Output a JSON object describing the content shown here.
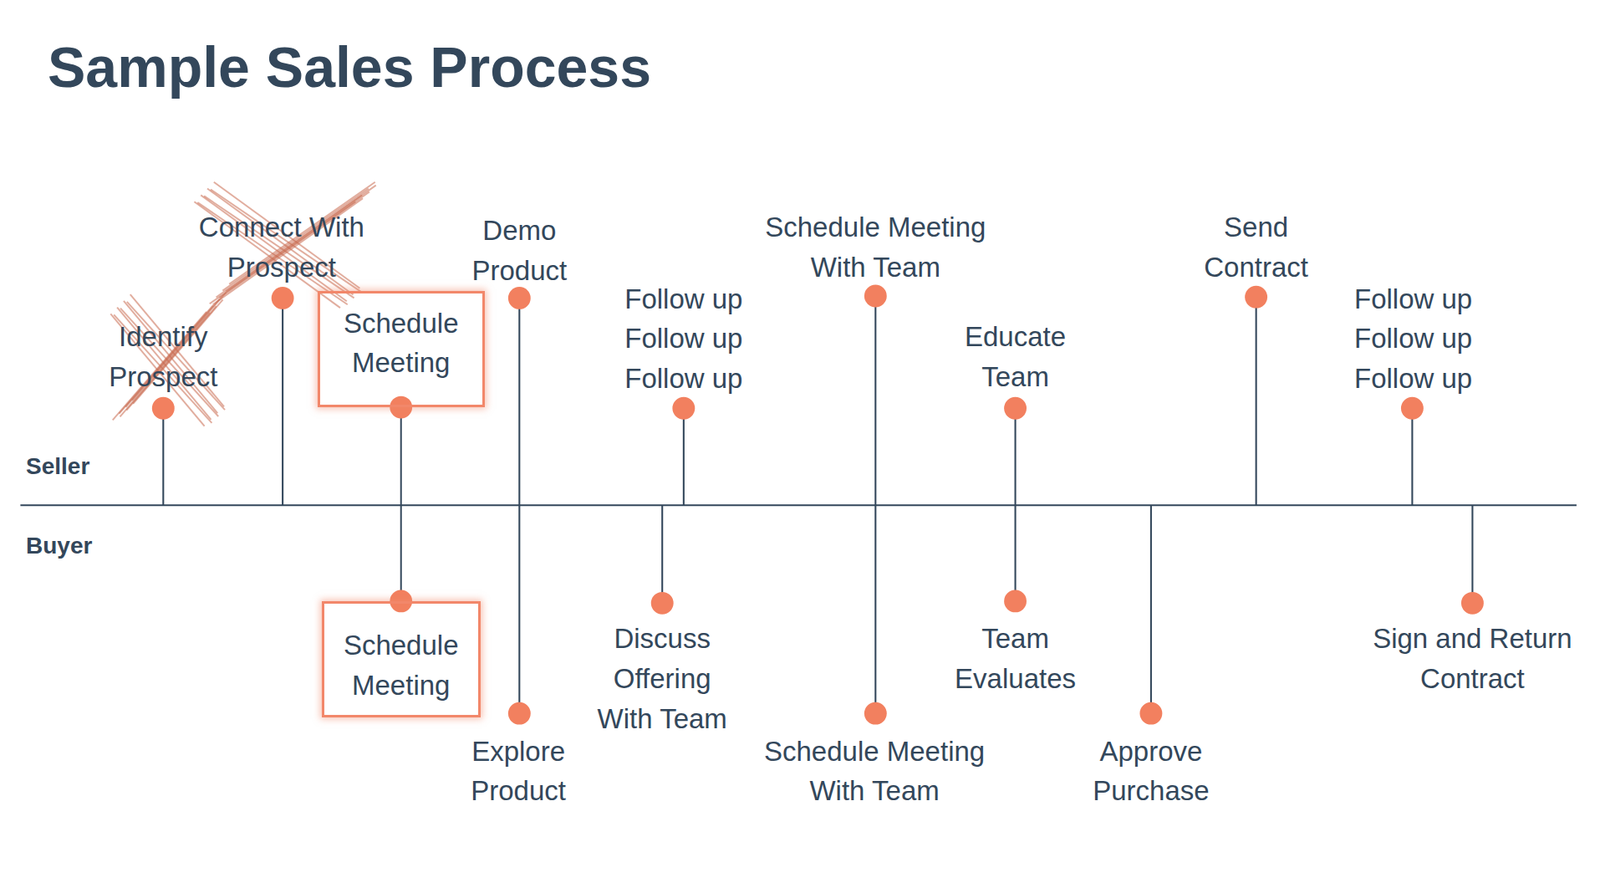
{
  "diagram": {
    "title": "Sample Sales Process",
    "nodes": [
      {
        "text": [
          "Schedule Meeting"
        ]
      },
      {
        "text": [
          "Schedule Meeting"
        ]
      }
    ],
    "edges": [
      {
        "from": 0,
        "to": 1,
        "arrow": "none"
      }
    ],
    "labels": [
      "Seller",
      "Buyer",
      "Identify Prospect",
      "Connect With Prospect",
      "Demo Product",
      "Follow up",
      "Follow up",
      "Follow up",
      "Schedule Meeting With Team",
      "Educate Team",
      "Send Contract",
      "Follow up",
      "Follow up",
      "Follow up",
      "Explore Product",
      "Discuss Offering With Team",
      "Schedule Meeting With Team",
      "Team Evaluates",
      "Approve Purchase",
      "Sign and Return Contract"
    ]
  }
}
